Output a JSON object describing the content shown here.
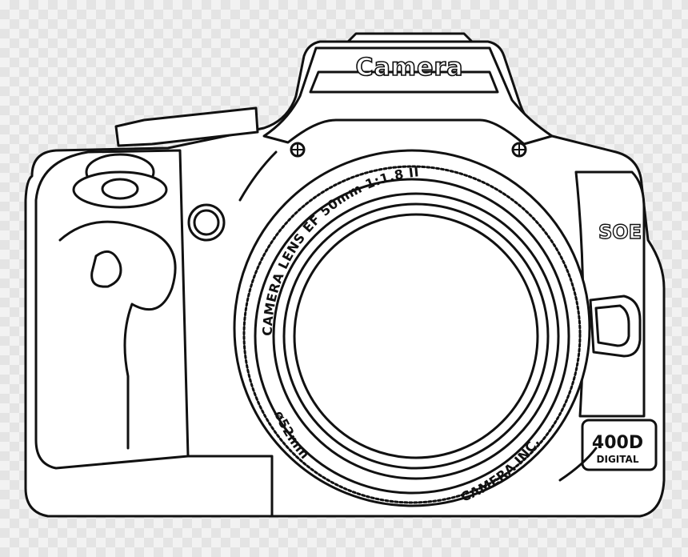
{
  "camera": {
    "brand": "Camera",
    "lens_text": "CAMERA LENS EF 50mm 1:1.8 II",
    "filter_text": "ø52mm",
    "maker_text": "CAMERA INC.",
    "model_text": "SOE",
    "badge_number": "400D",
    "badge_sub": "DIGITAL"
  },
  "colors": {
    "outline": "#111111",
    "fill": "#ffffff",
    "background_checker_light": "#f2f2f2",
    "background_checker_dark": "#e4e4e4"
  },
  "icons": [
    "camera-icon",
    "screw-icon",
    "mode-dial-icon",
    "shutter-button-icon"
  ]
}
